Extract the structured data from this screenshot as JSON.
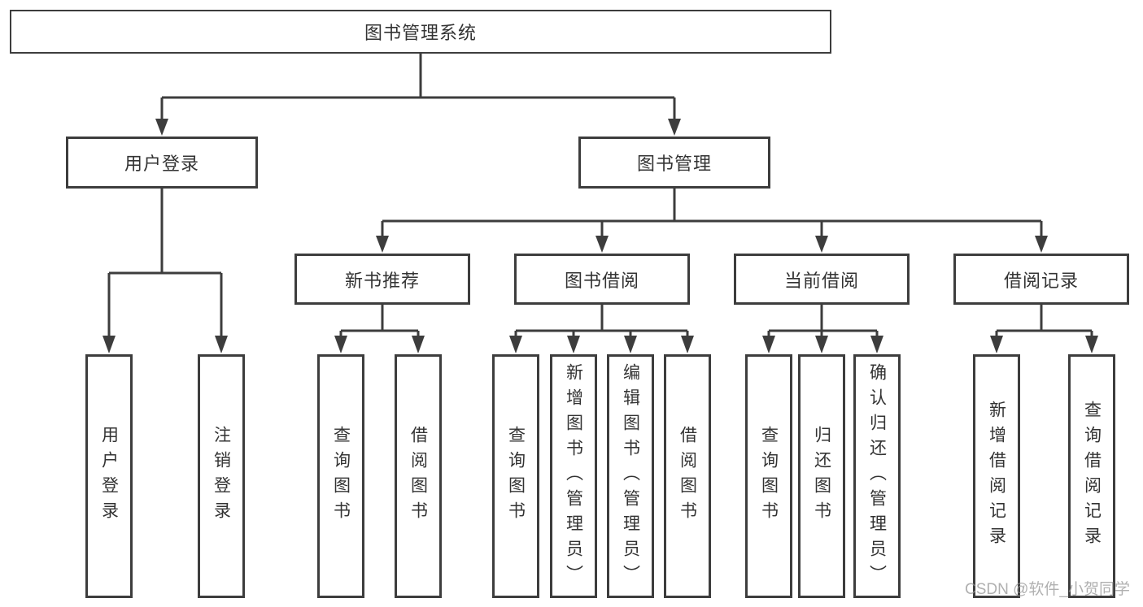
{
  "tree": {
    "root": {
      "label": "图书管理系统",
      "children": [
        {
          "label": "用户登录",
          "children": [
            {
              "label": "用户登录"
            },
            {
              "label": "注销登录"
            }
          ]
        },
        {
          "label": "图书管理",
          "children": [
            {
              "label": "新书推荐",
              "children": [
                {
                  "label": "查询图书"
                },
                {
                  "label": "借阅图书"
                }
              ]
            },
            {
              "label": "图书借阅",
              "children": [
                {
                  "label": "查询图书"
                },
                {
                  "label": "新增图书（管理员）"
                },
                {
                  "label": "编辑图书（管理员）"
                },
                {
                  "label": "借阅图书"
                }
              ]
            },
            {
              "label": "当前借阅",
              "children": [
                {
                  "label": "查询图书"
                },
                {
                  "label": "归还图书"
                },
                {
                  "label": "确认归还（管理员）"
                }
              ]
            },
            {
              "label": "借阅记录",
              "children": [
                {
                  "label": "新增借阅记录"
                },
                {
                  "label": "查询借阅记录"
                }
              ]
            }
          ]
        }
      ]
    }
  },
  "watermark": "CSDN @软件_小贺同学",
  "colors": {
    "line": "#3d3d3d",
    "text": "#333333",
    "watermark": "#969696"
  }
}
